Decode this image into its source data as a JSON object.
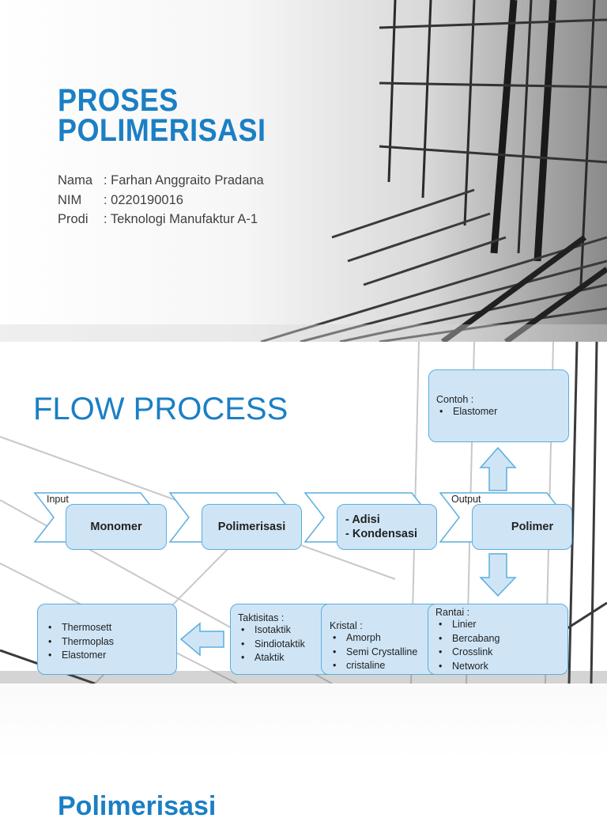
{
  "slide1": {
    "title_line1": "PROSES",
    "title_line2": "POLIMERISASI",
    "info": [
      {
        "key": "Nama",
        "value": ": Farhan Anggraito Pradana"
      },
      {
        "key": "NIM",
        "value": ": 0220190016"
      },
      {
        "key": "Prodi",
        "value": ": Teknologi Manufaktur A-1"
      }
    ]
  },
  "slide2": {
    "title": "FLOW PROCESS",
    "input_label": "Input",
    "output_label": "Output",
    "steps": {
      "monomer": "Monomer",
      "polimerisasi": "Polimerisasi",
      "adisi": "- Adisi",
      "kondensasi": "- Kondensasi",
      "polimer": "Polimer"
    },
    "contoh": {
      "head": "Contoh   :",
      "items": [
        "Elastomer"
      ]
    },
    "jenis": {
      "items": [
        "Thermosett",
        "Thermoplas",
        "Elastomer"
      ]
    },
    "taktisitas": {
      "head": "Taktisitas   :",
      "items": [
        "Isotaktik",
        "Sindiotaktik",
        "Ataktik"
      ]
    },
    "kristal": {
      "head": "Kristal   :",
      "items": [
        "Amorph",
        "Semi Crystalline",
        "cristaline"
      ]
    },
    "rantai": {
      "head": "Rantai    :",
      "items": [
        "Linier",
        "Bercabang",
        "Crosslink",
        "Network"
      ]
    }
  },
  "slide3": {
    "title": "Polimerisasi"
  },
  "colors": {
    "accent": "#1b7fc4",
    "box_fill": "#cfe5f6",
    "box_border": "#5aaedf"
  }
}
